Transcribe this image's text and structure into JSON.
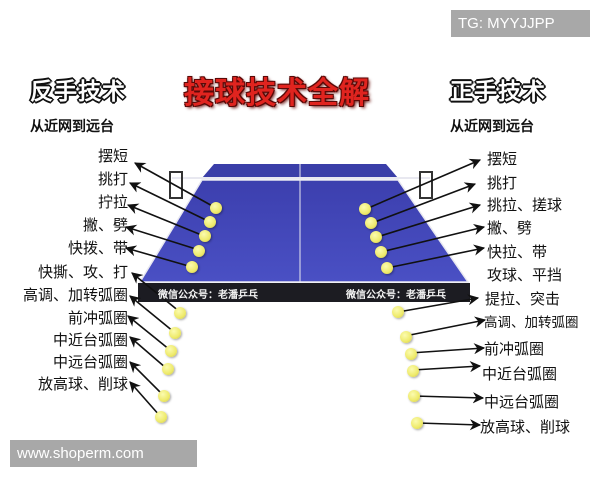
{
  "watermarks": {
    "top_right": "TG: MYYJJPP",
    "bottom_left": "www.shoperm.com"
  },
  "title": "接球技术全解",
  "backhand": {
    "title": "反手技术",
    "subtitle": "从近网到远台",
    "labels": [
      "摆短",
      "挑打",
      "拧拉",
      "撇、劈",
      "快拨、带",
      "快撕、攻、打",
      "高调、加转弧圈",
      "前冲弧圈",
      "中近台弧圈",
      "中远台弧圈",
      "放高球、削球"
    ]
  },
  "forehand": {
    "title": "正手技术",
    "subtitle": "从近网到远台",
    "labels": [
      "摆短",
      "挑打",
      "挑拉、搓球",
      "撇、劈",
      "快拉、带",
      "攻球、平挡",
      "提拉、突击",
      "高调、加转弧圈",
      "前冲弧圈",
      "中近台弧圈",
      "中远台弧圈",
      "放高球、削球"
    ]
  },
  "table": {
    "color": "#3f44b8",
    "edge_caption_left": "微信公众号：老潘乒乓",
    "edge_caption_right": "微信公众号：老潘乒乓"
  },
  "colors": {
    "title_red": "#e0241f",
    "table_blue": "#3f44b8",
    "ball_yellow": "#eeea6a",
    "arrow": "#111111"
  }
}
